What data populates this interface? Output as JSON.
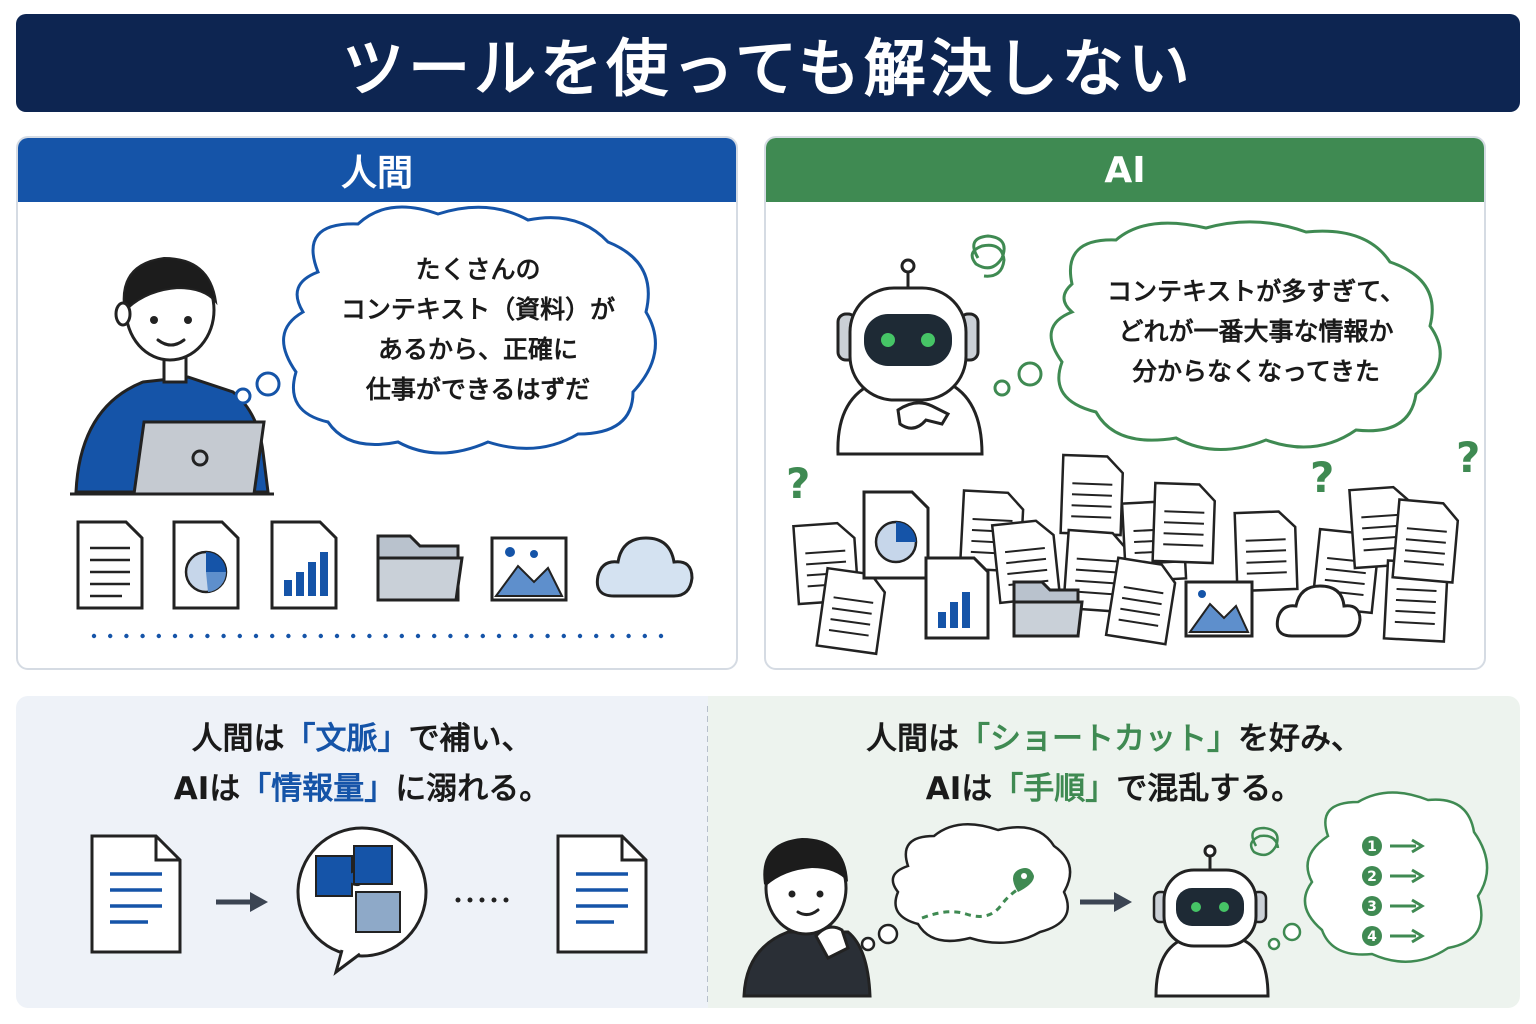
{
  "title": "ツールを使っても解決しない",
  "human_panel": {
    "header": "人間",
    "bubble_lines": [
      "たくさんの",
      "コンテキスト（資料）が",
      "あるから、正確に",
      "仕事ができるはずだ"
    ]
  },
  "ai_panel": {
    "header": "AI",
    "bubble_lines": [
      "コンテキストが多すぎて、",
      "どれが一番大事な情報か",
      "分からなくなってきた"
    ],
    "question_mark": "?"
  },
  "bottom_left": {
    "line1_pre": "人間は",
    "line1_hl": "「文脈」",
    "line1_post": "で補い、",
    "line2_pre": "AIは",
    "line2_hl": "「情報量」",
    "line2_post": "に溺れる。"
  },
  "bottom_right": {
    "line1_pre": "人間は",
    "line1_hl": "「ショートカット」",
    "line1_post": "を好み、",
    "line2_pre": "AIは",
    "line2_hl": "「手順」",
    "line2_post": "で混乱する。",
    "steps": [
      "1",
      "2",
      "3",
      "4"
    ]
  },
  "colors": {
    "title_bg": "#0d2551",
    "human_accent": "#1554a8",
    "ai_accent": "#3f8a52"
  }
}
